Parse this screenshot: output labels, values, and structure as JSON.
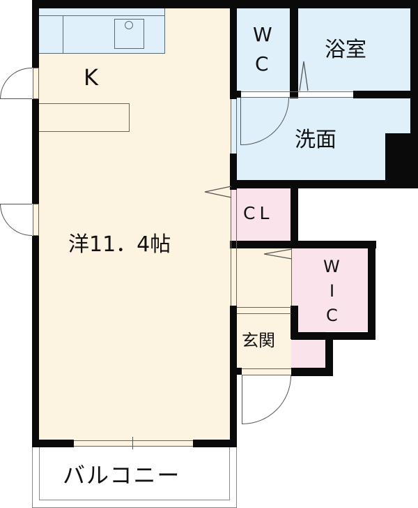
{
  "floorplan": {
    "rooms": {
      "kitchen": {
        "label": "K"
      },
      "western_room": {
        "label": "洋11．4帖",
        "type": "洋",
        "size": "11.4",
        "unit": "帖"
      },
      "wc": {
        "label_line1": "W",
        "label_line2": "C"
      },
      "bathroom": {
        "label": "浴室"
      },
      "washroom": {
        "label": "洗面"
      },
      "closet": {
        "label": "CL"
      },
      "walk_in_closet": {
        "label_line1": "W",
        "label_line2": "I",
        "label_line3": "C"
      },
      "entrance": {
        "label": "玄関"
      },
      "balcony": {
        "label": "バルコニー"
      }
    },
    "colors": {
      "wall": "#0a0a0a",
      "living_area": "#fdf3e1",
      "wet_area": "#dff0fa",
      "storage": "#fbe3ec",
      "exterior": "#ffffff"
    }
  }
}
